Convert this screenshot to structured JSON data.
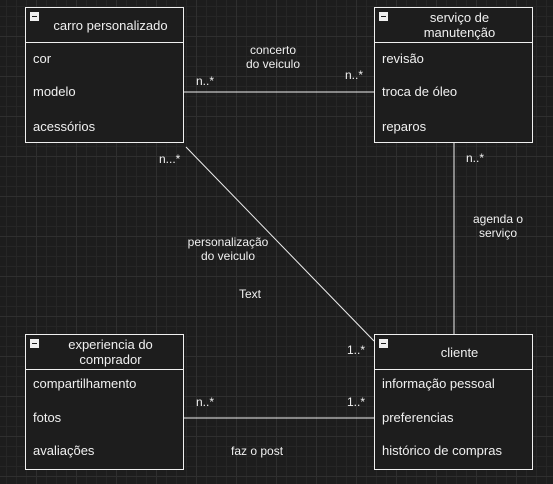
{
  "classes": {
    "carro": {
      "title": "carro personalizado",
      "attributes": [
        "cor",
        "modelo",
        "acessórios"
      ]
    },
    "servico": {
      "title": "serviço de manutenção",
      "attributes": [
        "revisão",
        "troca de óleo",
        "reparos"
      ]
    },
    "experiencia": {
      "title": "experiencia do comprador",
      "attributes": [
        "compartilhamento",
        "fotos",
        "avaliações"
      ]
    },
    "cliente": {
      "title": "cliente",
      "attributes": [
        "informação pessoal",
        "preferencias",
        "histórico de compras"
      ]
    }
  },
  "associations": {
    "carro_servico": {
      "label_line1": "concerto",
      "label_line2": "do veiculo",
      "source_multiplicity": "n..*",
      "target_multiplicity": "n..*"
    },
    "carro_cliente": {
      "label_line1": "personalização",
      "label_line2": "do veiculo",
      "source_multiplicity": "n...*",
      "target_multiplicity": "1..*"
    },
    "servico_cliente": {
      "label_line1": "agenda o",
      "label_line2": "serviço",
      "source_multiplicity": "n..*"
    },
    "experiencia_cliente": {
      "label": "faz o post",
      "source_multiplicity": "n..*",
      "target_multiplicity": "1..*"
    }
  },
  "free_text": "Text"
}
